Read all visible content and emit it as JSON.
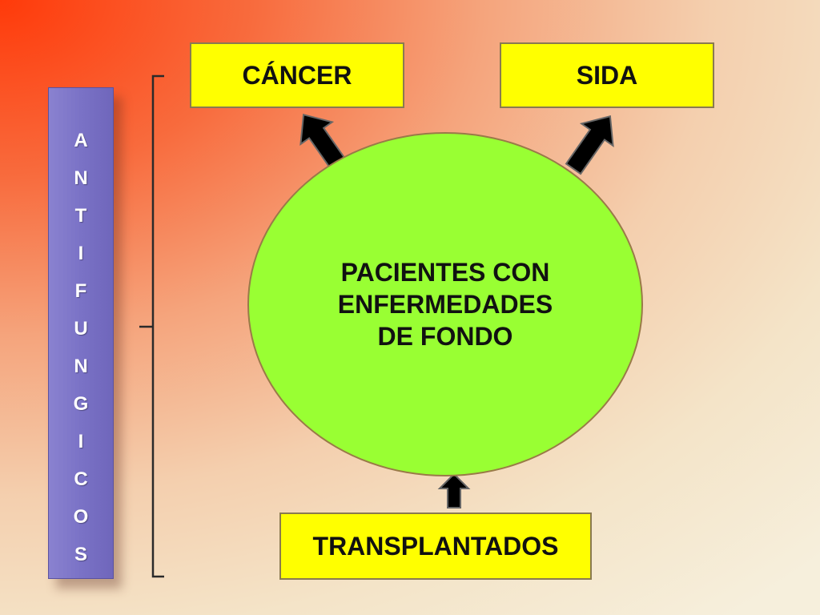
{
  "side_bar": {
    "letters": [
      "A",
      "N",
      "T",
      "I",
      "F",
      "U",
      "N",
      "G",
      "I",
      "C",
      "O",
      "S"
    ]
  },
  "boxes": {
    "cancer": "CÁNCER",
    "sida": "SIDA",
    "transplantados": "TRANSPLANTADOS"
  },
  "center": {
    "lines": [
      "PACIENTES CON",
      "ENFERMEDADES",
      "DE FONDO"
    ]
  },
  "colors": {
    "box_fill": "#ffff00",
    "circle_fill": "#99ff33",
    "bar_fill": "#7a72c6",
    "arrow_fill": "#000000"
  }
}
